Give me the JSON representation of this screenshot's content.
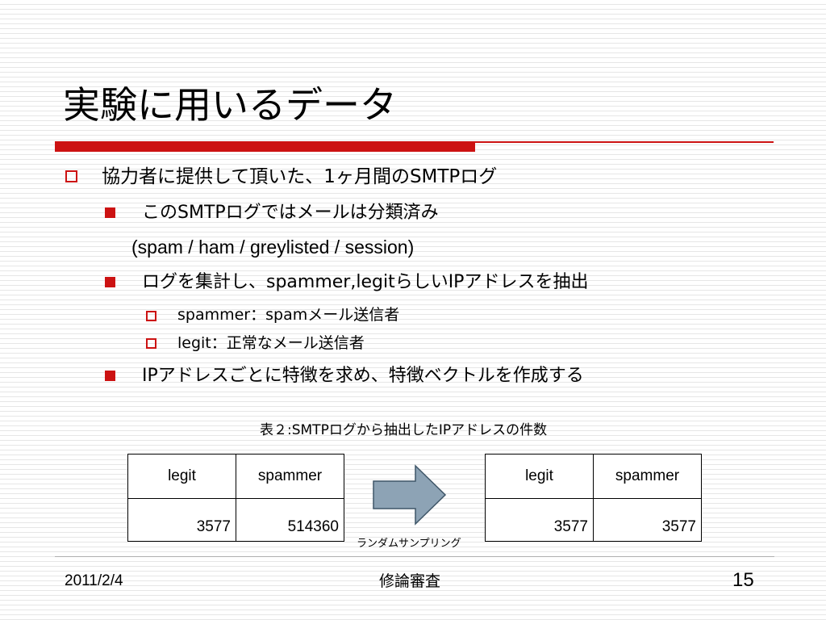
{
  "slide": {
    "title": "実験に用いるデータ",
    "bullets": {
      "b1": "協力者に提供して頂いた、1ヶ月間のSMTPログ",
      "b2": "このSMTPログではメールは分類済み",
      "b2_cont": "(spam / ham / greylisted / session)",
      "b3": "ログを集計し、spammer,legitらしいIPアドレスを抽出",
      "b3a": "spammer：spamメール送信者",
      "b3b": "legit：正常なメール送信者",
      "b4": "IPアドレスごとに特徴を求め、特徴ベクトルを作成する"
    },
    "caption": "表２:SMTPログから抽出したIPアドレスの件数",
    "table_before": {
      "headers": [
        "legit",
        "spammer"
      ],
      "values": [
        "3577",
        "514360"
      ]
    },
    "arrow_label": "ランダムサンプリング",
    "table_after": {
      "headers": [
        "legit",
        "spammer"
      ],
      "values": [
        "3577",
        "3577"
      ]
    }
  },
  "footer": {
    "date": "2011/2/4",
    "center": "修論審査",
    "page": "15"
  },
  "colors": {
    "accent": "#cc1212",
    "arrow_fill": "#8da3b5",
    "arrow_stroke": "#3f5668"
  }
}
